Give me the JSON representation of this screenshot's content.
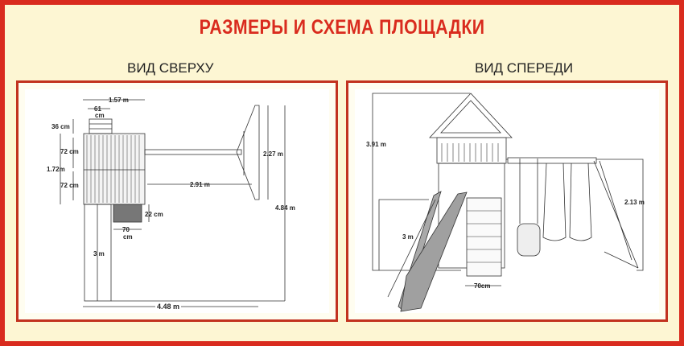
{
  "title": "РАЗМЕРЫ И СХЕМА ПЛОЩАДКИ",
  "top_view": {
    "label": "ВИД СВЕРХУ",
    "dims": {
      "width_top": "1.57 m",
      "ladder_w": "61",
      "ladder_w_unit": "cm",
      "ladder_d": "36 cm",
      "deck1": "72 cm",
      "deck2": "72 cm",
      "depth": "1.72m",
      "beam": "2.91 m",
      "aframe": "2.27 m",
      "total_depth": "4.84 m",
      "step_h": "22 cm",
      "step_w": "70",
      "step_w_unit": "cm",
      "slide": "3 m",
      "total_w": "4.48 m"
    }
  },
  "front_view": {
    "label": "ВИД СПЕРЕДИ",
    "dims": {
      "height": "3.91 m",
      "slide": "3 m",
      "wall": "70cm",
      "swing_h": "2.13 m"
    }
  },
  "colors": {
    "accent": "#d92b1e",
    "background": "#fdf6d3"
  }
}
